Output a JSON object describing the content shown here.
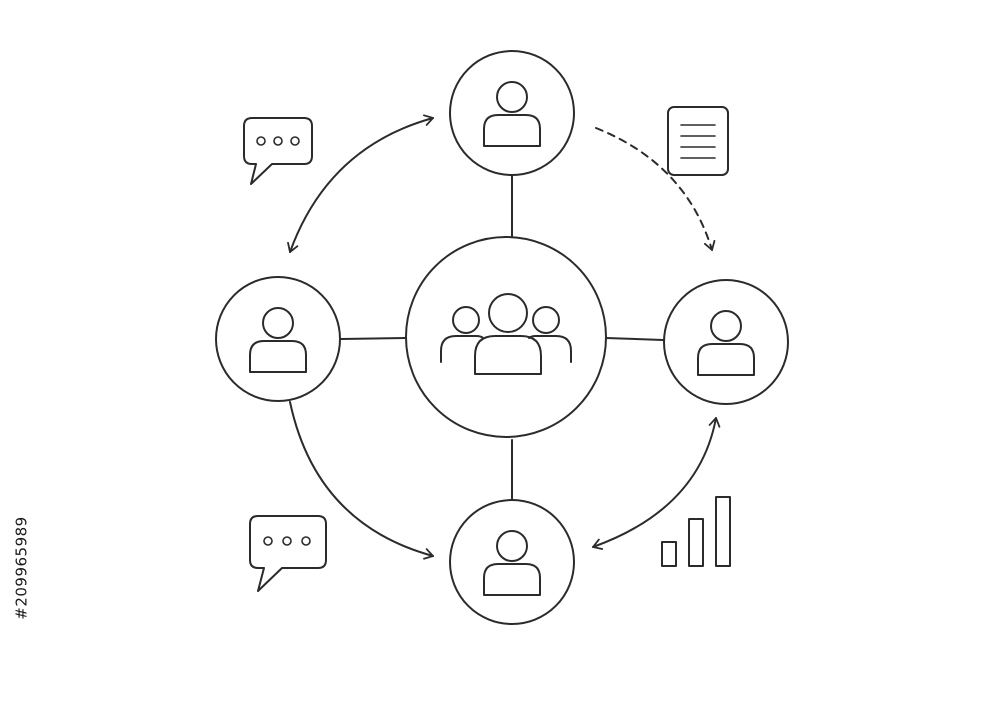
{
  "diagram": {
    "nodes": [
      {
        "id": "center",
        "kind": "group",
        "icon": "group-users-icon"
      },
      {
        "id": "top",
        "kind": "person",
        "icon": "user-icon"
      },
      {
        "id": "left",
        "kind": "person",
        "icon": "user-icon"
      },
      {
        "id": "right",
        "kind": "person",
        "icon": "user-icon"
      },
      {
        "id": "bottom",
        "kind": "person",
        "icon": "user-icon"
      }
    ],
    "edges": [
      {
        "from": "center",
        "to": "top",
        "style": "line"
      },
      {
        "from": "center",
        "to": "left",
        "style": "line"
      },
      {
        "from": "center",
        "to": "right",
        "style": "line"
      },
      {
        "from": "center",
        "to": "bottom",
        "style": "line"
      },
      {
        "from": "top",
        "to": "left",
        "style": "curved-arrow",
        "direction": "both"
      },
      {
        "from": "left",
        "to": "bottom",
        "style": "curved-arrow",
        "direction": "forward"
      },
      {
        "from": "bottom",
        "to": "right",
        "style": "curved-arrow",
        "direction": "both"
      },
      {
        "from": "top",
        "to": "right",
        "style": "dashed-arrow",
        "direction": "forward"
      }
    ],
    "decorations": [
      {
        "icon": "chat-bubble-icon"
      },
      {
        "icon": "document-icon"
      },
      {
        "icon": "chat-bubble-icon"
      },
      {
        "icon": "bar-chart-icon"
      }
    ],
    "stroke_color": "#2b2b2b"
  },
  "stock_id": "#209965989"
}
